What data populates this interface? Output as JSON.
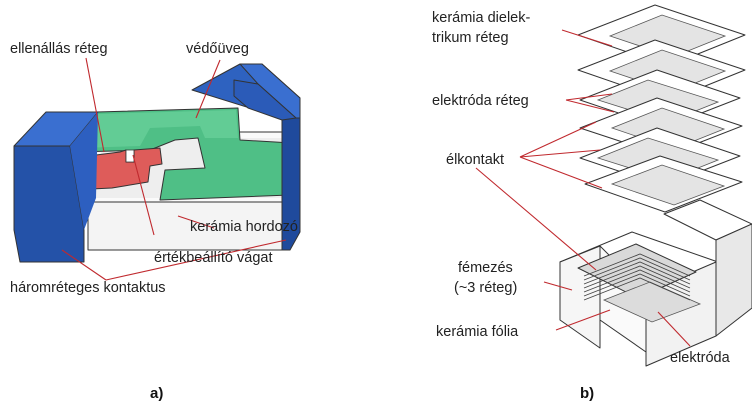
{
  "panel_a": {
    "caption": "a)",
    "labels": {
      "resistive_layer": "ellenállás réteg",
      "protective_glass": "védőüveg",
      "ceramic_substrate": "kerámia hordozó",
      "trimming_cut": "értékbeállító vágat",
      "three_layer_contact": "háromréteges kontaktus"
    }
  },
  "panel_b": {
    "caption": "b)",
    "labels": {
      "dielectric_line1": "kerámia dielek-",
      "dielectric_line2": "trikum réteg",
      "electrode_layer": "elektróda réteg",
      "edge_contact": "élkontakt",
      "metallization_line1": "fémezés",
      "metallization_line2": "(~3 réteg)",
      "ceramic_foil": "kerámia fólia",
      "electrode": "elektróda"
    }
  },
  "colors": {
    "contact_blue": "#2452a8",
    "contact_blue_light": "#3a6fd0",
    "glass_green": "#55c38a",
    "resistor_red": "#e0625f",
    "substrate_white": "#f2f2f2",
    "leader_red": "#c0292e"
  }
}
